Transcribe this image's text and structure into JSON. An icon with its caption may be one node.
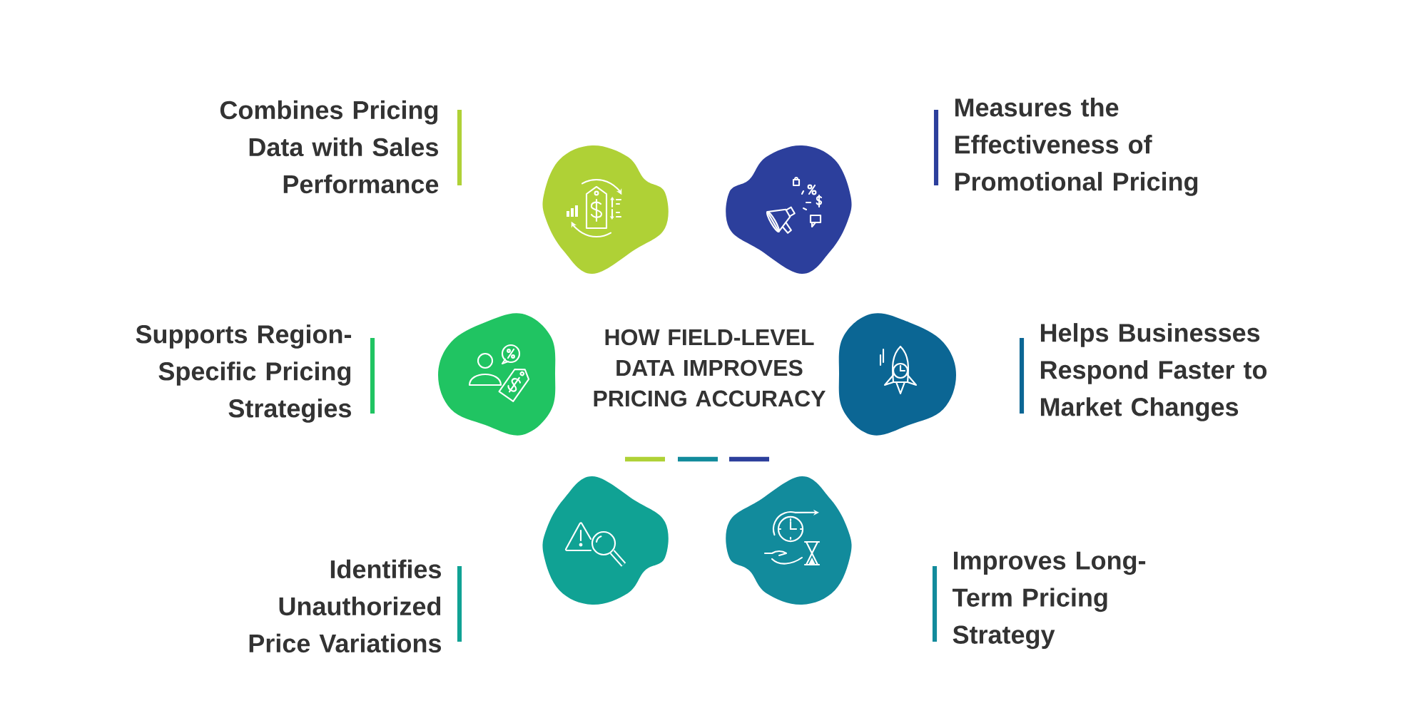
{
  "diagram": {
    "title": "HOW FIELD-LEVEL DATA IMPROVES PRICING ACCURACY",
    "nodes": [
      {
        "text": [],
        "shape": "picture"
      },
      {
        "text": [],
        "shape": "picture"
      },
      {
        "text": [],
        "shape": "picture"
      },
      {
        "text": [],
        "shape": "picture"
      },
      {
        "text": [],
        "shape": "picture"
      },
      {
        "text": [],
        "shape": "picture"
      }
    ],
    "labels": [
      "Combines Pricing Data with Sales Performance",
      "Measures the Effectiveness of Promotional Pricing",
      "Supports Region- Specific Pricing Strategies",
      "Helps Businesses Respond Faster to Market Changes",
      "Identifies Unauthorized Price Variations",
      "Improves Long- Term Pricing Strategy"
    ]
  }
}
